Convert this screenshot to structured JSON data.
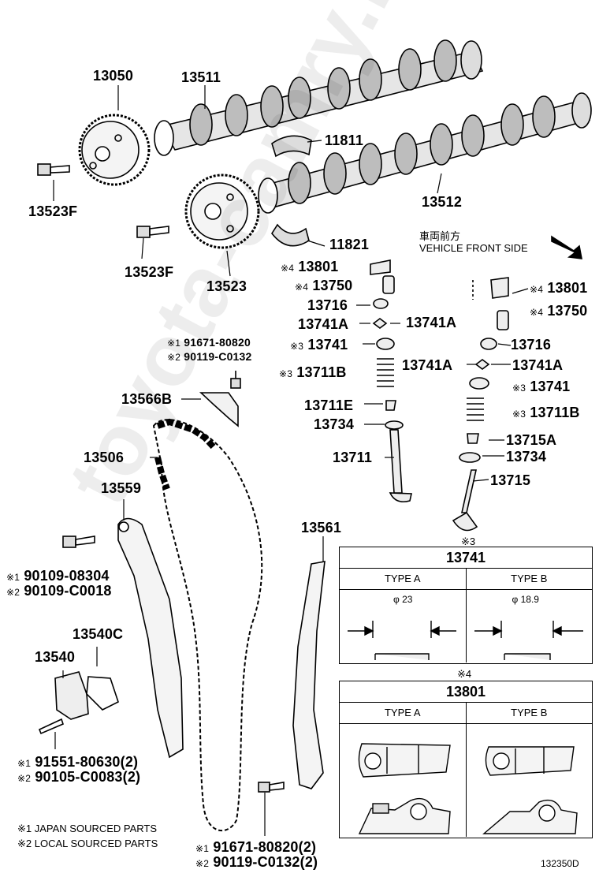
{
  "parts": {
    "p13050": "13050",
    "p13511": "13511",
    "p11811": "11811",
    "p13523F_a": "13523F",
    "p13512": "13512",
    "p13523F_b": "13523F",
    "p13523": "13523",
    "p11821": "11821",
    "p13801_l": "13801",
    "p13750_l": "13750",
    "p13716_l": "13716",
    "p13741A_l1": "13741A",
    "p13741A_l2": "13741A",
    "p13741_l": "13741",
    "p13711B_l": "13711B",
    "p13711E": "13711E",
    "p13734_l": "13734",
    "p13711": "13711",
    "p13801_r": "13801",
    "p13750_r": "13750",
    "p13716_r": "13716",
    "p13741A_r1": "13741A",
    "p13741A_r2": "13741A",
    "p13741_r": "13741",
    "p13711B_r": "13711B",
    "p13715A": "13715A",
    "p13734_r": "13734",
    "p13715": "13715",
    "p13566B": "13566B",
    "p13506": "13506",
    "p13559": "13559",
    "p13561": "13561",
    "p13540C": "13540C",
    "p13540": "13540"
  },
  "bolts": {
    "b1a": "91671-80820",
    "b1b": "90119-C0132",
    "b2a": "90109-08304",
    "b2b": "90109-C0018",
    "b3a": "91551-80630(2)",
    "b3b": "90105-C0083(2)",
    "b4a": "91671-80820(2)",
    "b4b": "90119-C0132(2)"
  },
  "marks": {
    "m1": "※1",
    "m2": "※2",
    "m3": "※3",
    "m4": "※4"
  },
  "direction": {
    "jp": "車両前方",
    "en": "VEHICLE FRONT SIDE"
  },
  "table_13741": {
    "title": "13741",
    "type_a": "TYPE A",
    "type_b": "TYPE B",
    "dim_a": "φ 23",
    "dim_b": "φ 18.9"
  },
  "table_13801": {
    "mark": "※4",
    "title": "13801",
    "type_a": "TYPE A",
    "type_b": "TYPE B"
  },
  "legend": {
    "l1": "※1 JAPAN SOURCED PARTS",
    "l2": "※2 LOCAL SOURCED PARTS"
  },
  "figure_id": "132350D",
  "watermark": "toyota-camry.ru"
}
